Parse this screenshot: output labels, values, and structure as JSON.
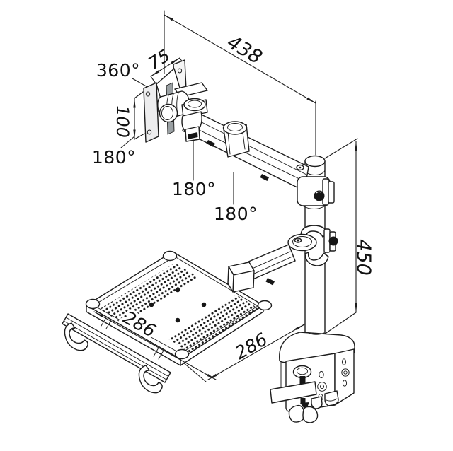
{
  "diagram": {
    "colors": {
      "background": "#ffffff",
      "line": "#1c1c1c",
      "shade": "#9aa0a3"
    },
    "labels": {
      "vesa_rotation": "360°",
      "vesa_tilt": "180°",
      "head_swivel": "180°",
      "arm_elbow_swivel": "180°"
    },
    "dims": {
      "arm_reach": "438",
      "vesa_plate_width": "75",
      "vesa_plate_height": "100",
      "pole_height": "450",
      "tray_depth": "286",
      "tray_width": "286"
    }
  }
}
